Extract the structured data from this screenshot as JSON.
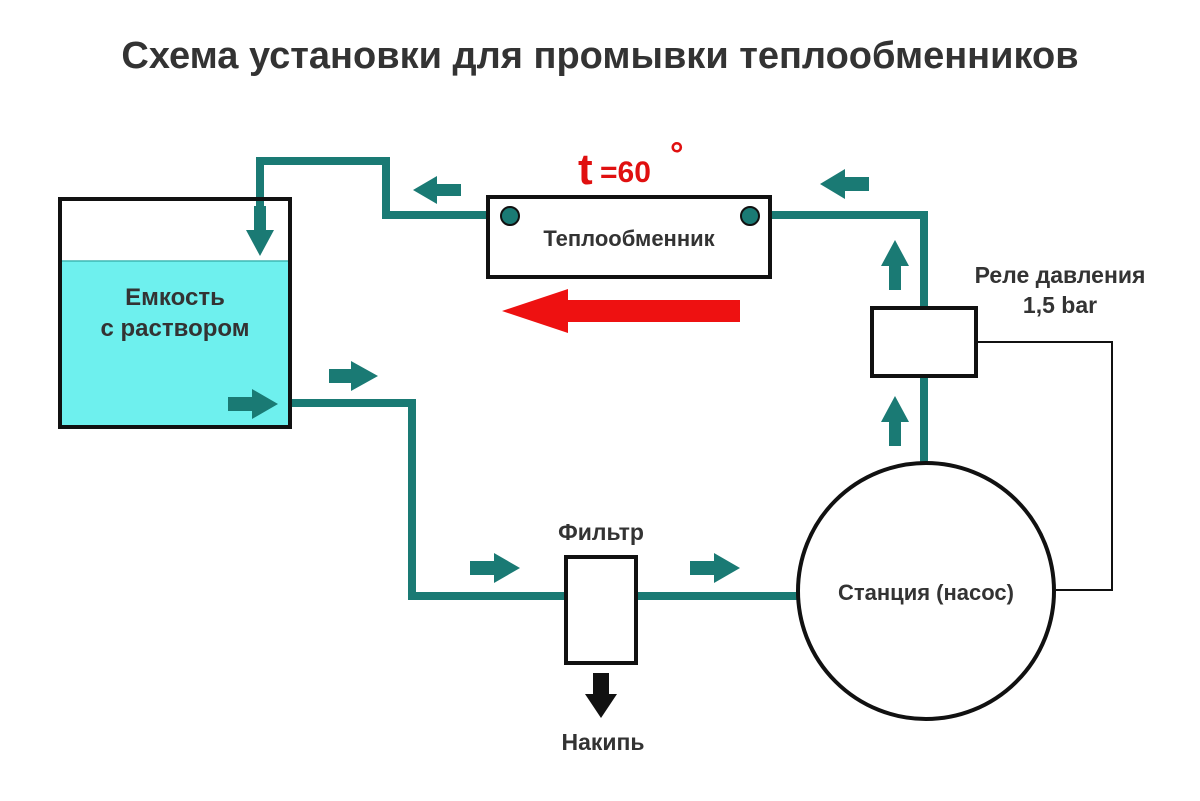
{
  "title": "Схема установки для промывки теплообменников",
  "labels": {
    "heat_exchanger": "Теплообменник",
    "tank_line1": "Емкость",
    "tank_line2": "с раствором",
    "filter": "Фильтр",
    "scale": "Накипь",
    "station": "Станция (насос)",
    "relay_line1": "Реле давления",
    "relay_line2": "1,5 bar",
    "temp_t": "t",
    "temp_value": "=60",
    "temp_degree": "°"
  },
  "colors": {
    "pipe": "#1a7a74",
    "liquid": "#6ef0ee",
    "outline": "#111111",
    "hot_arrow": "#ee1111",
    "temperature": "#e01010",
    "text": "#333333"
  }
}
